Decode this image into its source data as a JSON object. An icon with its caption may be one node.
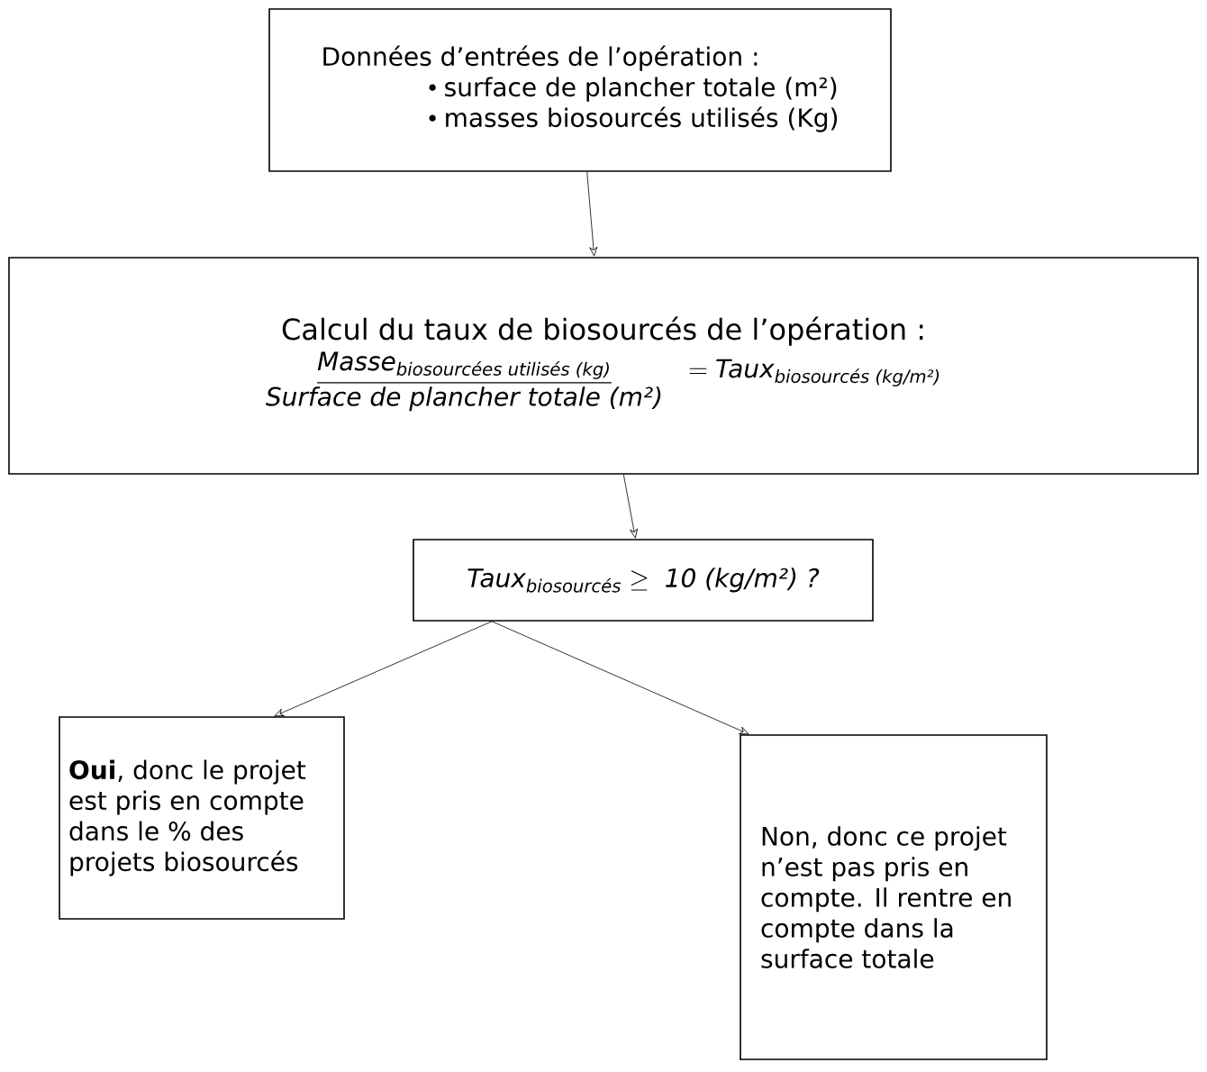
{
  "diagram": {
    "nodes": [
      {
        "text": [
          "Données d’entrées de l’opération :",
          "surface de plancher totale (m²)",
          "masses biosourcés utilisés (Kg)"
        ]
      },
      {
        "text": [
          "Calcul du taux de biosourcés de l’opération :",
          "\\textit{Masse}_{\\textit{biosourcées utilisés (kg)}}",
          "=\\textit{Taux}_{\\textit{biosourcés (kg/m²)}}",
          "Surface de plancher totale (m²)"
        ]
      },
      {
        "text": [
          "\\textit{Taux}_{\\textit{biosourcés}}\\geq\\textit{ 10 (kg/m²) ?}"
        ]
      },
      {
        "text": [
          "**Oui**, donc le projet est pris en compte dans le % des projets biosourcés"
        ]
      },
      {
        "text": [
          "Non, donc ce projet n’est pas pris en compte. Il rentre en compte dans la surface totale"
        ]
      }
    ],
    "edges": [
      {
        "from": 0,
        "to": 1,
        "arrow": "to"
      },
      {
        "from": 1,
        "to": 2,
        "arrow": "to"
      },
      {
        "from": 2,
        "to": 3,
        "arrow": "to"
      },
      {
        "from": 2,
        "to": 4,
        "arrow": "to"
      }
    ]
  }
}
